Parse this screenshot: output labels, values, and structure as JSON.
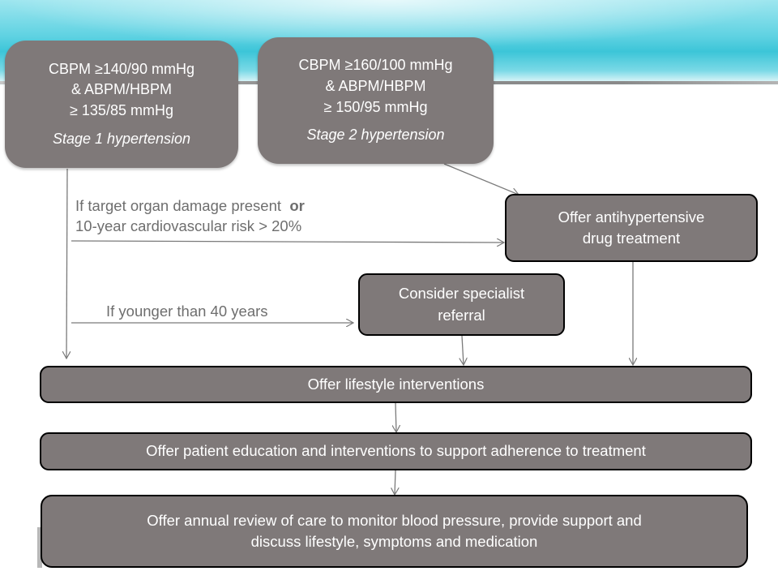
{
  "stage1": {
    "line1": "CBPM ≥140/90 mmHg",
    "line2": "& ABPM/HBPM",
    "line3": "≥ 135/85 mmHg",
    "name": "Stage 1 hypertension"
  },
  "stage2": {
    "line1": "CBPM ≥160/100 mmHg",
    "line2": "& ABPM/HBPM",
    "line3": "≥ 150/95 mmHg",
    "name": "Stage 2 hypertension"
  },
  "conditions": {
    "organ_damage": "If target organ damage present",
    "or": "or",
    "cv_risk": "10-year cardiovascular  risk > 20%",
    "younger": "If younger than 40 years"
  },
  "actions": {
    "drug_line1": "Offer antihypertensive",
    "drug_line2": "drug treatment",
    "referral_line1": "Consider specialist",
    "referral_line2": "referral",
    "lifestyle": "Offer lifestyle interventions",
    "education": "Offer patient education and interventions to support adherence to treatment",
    "review_line1": "Offer annual review of care to monitor blood pressure, provide support and",
    "review_line2": "discuss lifestyle, symptoms and medication"
  },
  "colors": {
    "box_fill": "#7f7979",
    "banner_teal": "#3cc5d8",
    "label_text": "#6e6e6e"
  }
}
